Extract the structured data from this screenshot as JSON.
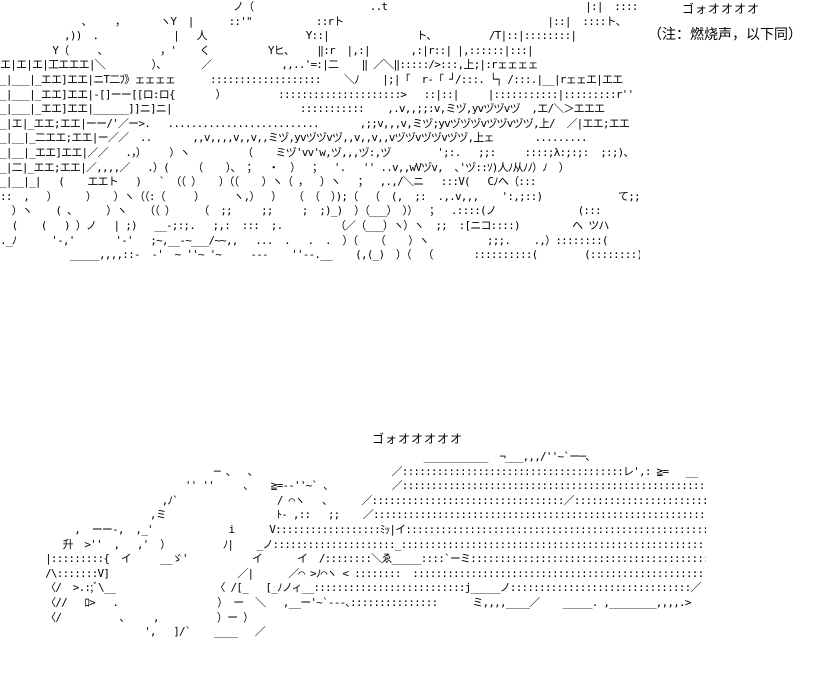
{
  "sound_effect_top": "ゴォオオオオ",
  "note": "（注：燃烧声，以下同）",
  "sound_effect_middle": "ゴォオオオオオ",
  "art_top": [
    "                                        ノ（                    ..t                                  |:|  ::::|",
    "              、    ，      ヽY  |      ::'\"           ::rト                                   |::|  ::::ト、",
    "           ,))  ．            |   人                 Y::|               ト、         /T|::|::::::::|",
    "         Y（     、         ，'    く          Yヒ、    ‖:r  |,:|       ,:|r::| |,::::::|:::|",
    "エ|エ|エ|工エエエ|＼        ）、      ／            ,,..'=:|二    ‖ ／＼‖:::::/>:::,上;|:rェェェェ",
    "_|___|_エエ]エエ|ニT二ﾌ》ェェェェ      :::::::::::::::::::    ＼ﾉ    |;|「  r-「 ┘/:::. └┐ /:::.|__|rェェエ|エエ",
    "_|___|_エエ]エエ|-[]ーー[[ロ:ロ{       ）         :::::::::::::::::::::>   ::|::|     |:::::::::::|:::::::::r''    :::|エエエ[エ[",
    "_|___|_エエ]エエ|______]]ニ]ニ|                      :::::::::::    ,.v,,;;:v,ミヅ,yvヅヅvヅ  ,エ/＼＞エエエ",
    "_|エ|_エエ;エエ|ーー/'／ー>.   ..........................       ,;;v,,,v,ミヅ;yvヅヅヅvヅヅvヅヅ,上/  ／|エエ;エエ",
    "_|__|_二エエ;エエ|ー／／  ..       ,,v,,,,v,,v,,ミヅ,yvヅヅvヅ,,v,,v,,vヅヅvヅヅvヅヅ,上ェ       .........",
    "_|__|_エエ]エエ|／／   .，）    ）ヽ         （    ミヅ'vv'w,ヅ,,,ヅ:,ヅ        ';:.   ;;:     ::::;λ:;:;:  ;:;)、",
    "_|二|_エエ;エエ|／,,,,／   .）(    （    ）、 ；  ・  ）  ；  '.   '' ..v,,wVヅv,  ､'ヅ::ｿ)人ﾉ从ﾉﾉ）ﾉ  ）",
    "_|__|_|   (    エエト   )   ` （（ ）   ）（（    ）ヽ（ ，  ）ヽ   ；  ,.,/＼ニ   :::V(   Cﾉヘ（:::",
    "::  ,   ）     ）   ）ヽ（（:（     ）     ヽ,）  ）  （ （  ）);（  （  (,  ;:  .,.v,,,    ':,;::)             て;;;",
    "  ）ヽ    ( 、     ）ヽ   （（ ）    （  ;;     ;;     ;  ;)_)  ）（___） ））  ；  .::::(ノ              (:::",
    "  (    (   ) ）ノ   | ;)   __-;:;.   ;,:  :::  ;.         （／（___）ヽ）ヽ  ;;  :[ニコ::::)         へ ツハ        ゞ",
    "._ﾉ      '-,'       '-'   ;~,__-~___/~~,,   ...  .   .  .  ）（   （    ）ヽ          ;;;.    .,）::::::::(        (",
    "            _____,,,,::-  -'  ~ ''~ '~     ---    ''--.__    (,(_)  ）（  （       ::::::::::(        (::::::::)        ）"
  ],
  "art_bottom": [
    "                                                                      ___________  ¬___,,,/''~`ー─、",
    "                                  ─ 、  、                       ／::::::::::::::::::::::::::::::::::::::レ',: ≧=   __ ヽ",
    "                             '' ''     、   ≧=-‐''~` 、          ／::::::::::::::::::::::::::::::::::::::::::::::::::::::  '    ヽ",
    "                         ,ﾉ`                 / ⌒ヽ   、     ／:::::::::::::::::::::::::::::::::／::::::::::::::::::::::::::::|",
    "                       ,ミ                   ﾄ- ,::   ;;    ／:::::::::::::::::::::::::::::::::::::::::::::::::::::::::::::::::|",
    "          ,  ーー-,  ,_'             i      V::::::::::::::::::ﾐｯ|イ::::::::::::::::::::::::::::::::::::::::::::::::::::::::::::>________ー、",
    "        升  >''  ,   ,'  ）         ﾉ|    _ノ:::::::::::::::::::::_::::::::::::::::::::::::::::::::::::::::::::::::::::::::::::::|   [  `  [",
    "     |:::::::::{  イ     __ゞ'           イ      イ  /::::::::＼ゑ_____::::`ーミ:::::::::::::::::::::::::::::::::::::::::::: `ー ＝ミ≧ー､  ヽ",
    "     /\\:::::::V]                      ／|      ／⌒ >ﾉ⌒ヽ < ::::::::  ::::::::::::::::::::::::::::::::::::::::::::::::::::::::::::::::::_____ノ",
    "     〈/  >.:;ﾞ\\__                 〈 /[_   [_ﾉノィ__::::::::::::::::::::::::::j_____ノ:::::::::::::::::::::::::::::::／",
    "     〈//   ﾛ>   .                 ） ー  ＼   ,__ー'~`---､:::::::::::::::      ミ,,,,____／    _____. ,________,,,,.>",
    "     〈/          、    ,          ）ー ）",
    "                      ',   ]/`    ____   ／"
  ]
}
